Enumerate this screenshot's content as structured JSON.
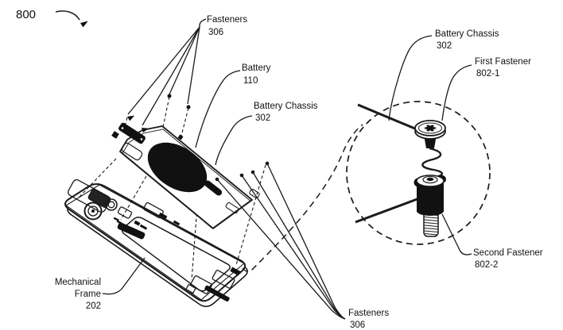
{
  "figure": {
    "ref": "800",
    "labels": {
      "fasteners_top": {
        "line1": "Fasteners",
        "line2": "306"
      },
      "battery": {
        "line1": "Battery",
        "line2": "110"
      },
      "battery_chassis": {
        "line1": "Battery Chassis",
        "line2": "302"
      },
      "battery_chassis_detail": {
        "line1": "Battery Chassis",
        "line2": "302"
      },
      "first_fastener": {
        "line1": "First Fastener",
        "line2": "802-1"
      },
      "second_fastener": {
        "line1": "Second Fastener",
        "line2": "802-2"
      },
      "mechanical_frame": {
        "line1": "Mechanical",
        "line2": "Frame",
        "line3": "202"
      },
      "fasteners_bottom": {
        "line1": "Fasteners",
        "line2": "306"
      }
    },
    "colors": {
      "line": "#1a1a1a",
      "background": "#ffffff"
    }
  }
}
